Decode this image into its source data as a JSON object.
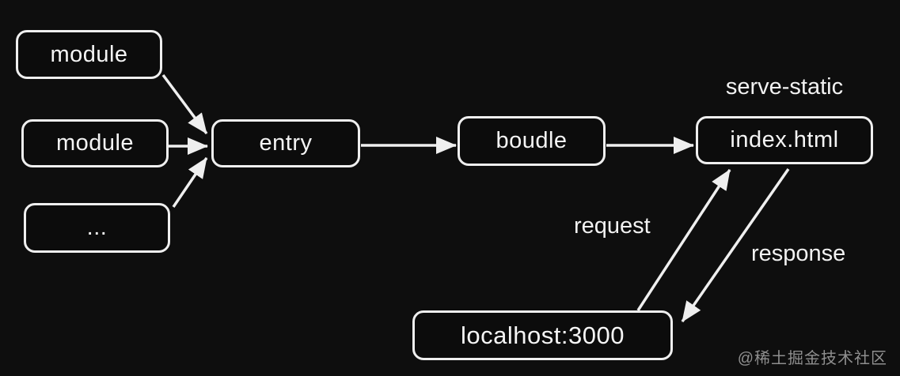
{
  "diagram": {
    "background_color": "#0e0e0e",
    "stroke_color": "#efefef",
    "text_color": "#f5f5f5",
    "watermark_color": "#8f8f8f",
    "nodes": {
      "module1": {
        "label": "module"
      },
      "module2": {
        "label": "module"
      },
      "more": {
        "label": "..."
      },
      "entry": {
        "label": "entry"
      },
      "boudle": {
        "label": "boudle"
      },
      "index_html": {
        "label": "index.html"
      },
      "localhost": {
        "label": "localhost:3000"
      }
    },
    "labels": {
      "serve_static": "serve-static",
      "request": "request",
      "response": "response",
      "watermark": "@稀土掘金技术社区"
    },
    "edges": [
      {
        "from": "module1",
        "to": "entry"
      },
      {
        "from": "module2",
        "to": "entry"
      },
      {
        "from": "more",
        "to": "entry"
      },
      {
        "from": "entry",
        "to": "boudle"
      },
      {
        "from": "boudle",
        "to": "index_html"
      },
      {
        "from": "localhost",
        "to": "index_html",
        "label": "request"
      },
      {
        "from": "index_html",
        "to": "localhost",
        "label": "response"
      }
    ]
  }
}
